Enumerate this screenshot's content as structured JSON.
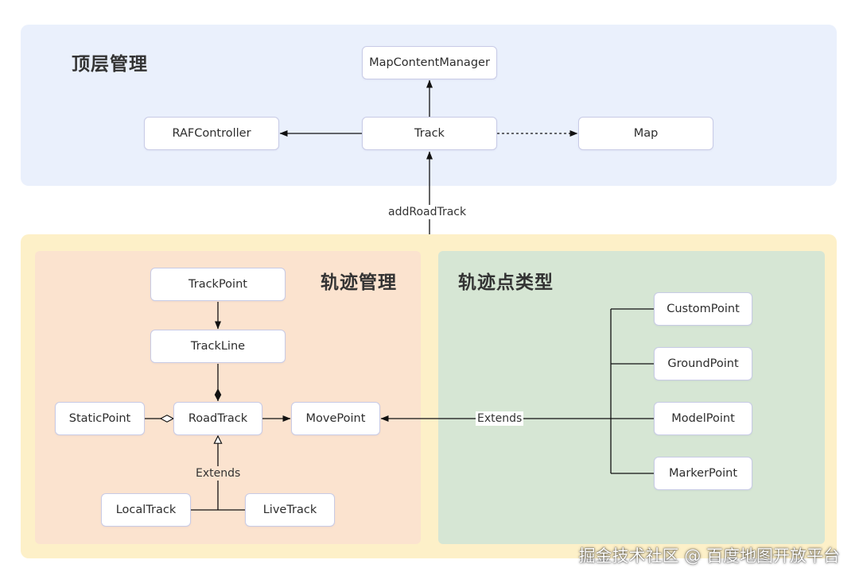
{
  "sections": {
    "top": "顶层管理",
    "track_management": "轨迹管理",
    "point_types": "轨迹点类型"
  },
  "nodes": {
    "map_content_manager": "MapContentManager",
    "raf_controller": "RAFController",
    "track": "Track",
    "map": "Map",
    "track_point": "TrackPoint",
    "track_line": "TrackLine",
    "static_point": "StaticPoint",
    "road_track": "RoadTrack",
    "move_point": "MovePoint",
    "local_track": "LocalTrack",
    "live_track": "LiveTrack",
    "custom_point": "CustomPoint",
    "ground_point": "GroundPoint",
    "model_point": "ModelPoint",
    "marker_point": "MarkerPoint"
  },
  "edge_labels": {
    "add_road_track": "addRoadTrack",
    "extends_road_track": "Extends",
    "extends_move_point": "Extends"
  },
  "watermark": "掘金技术社区 @ 百度地图开放平台",
  "colors": {
    "top_region": "#eaf0fc",
    "bottom_region": "#fdf0c8",
    "track_management_panel": "#fbe3cf",
    "point_types_panel": "#d6e6d4",
    "node_border": "#c8cbe6"
  }
}
